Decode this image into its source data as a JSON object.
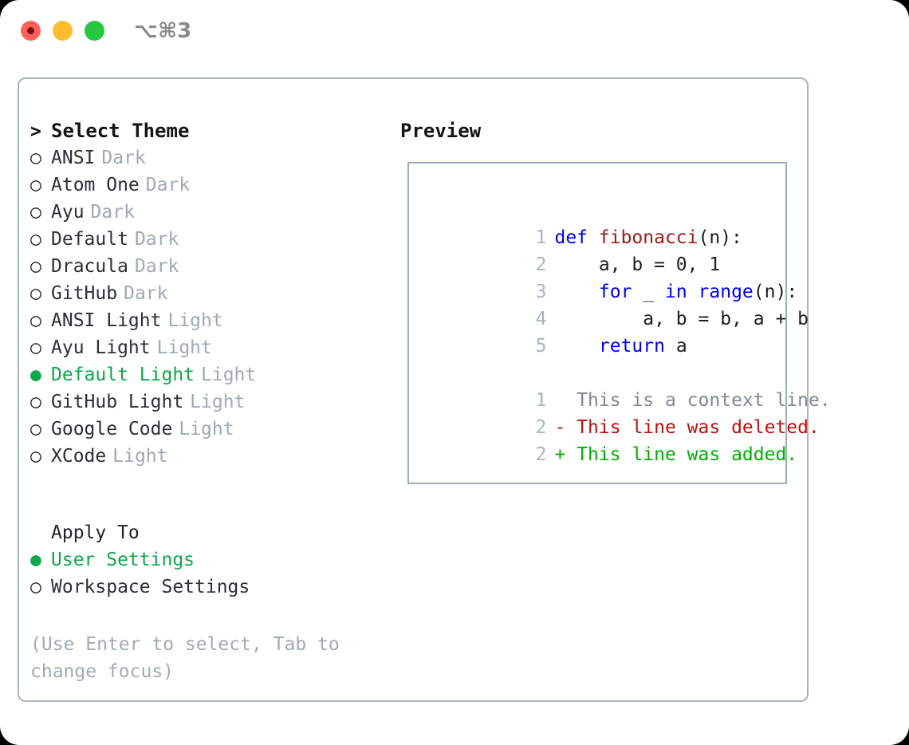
{
  "window": {
    "shortcut": "⌥⌘3",
    "traffic_lights": [
      {
        "name": "close",
        "color": "#ff6159"
      },
      {
        "name": "minimize",
        "color": "#ffbd2e"
      },
      {
        "name": "maximize",
        "color": "#27c83f"
      }
    ]
  },
  "theme_picker": {
    "header": {
      "marker": ">",
      "label": "Select Theme"
    },
    "items": [
      {
        "marker": "○",
        "name": "ANSI",
        "tag": "Dark",
        "selected": false
      },
      {
        "marker": "○",
        "name": "Atom One",
        "tag": "Dark",
        "selected": false
      },
      {
        "marker": "○",
        "name": "Ayu",
        "tag": "Dark",
        "selected": false
      },
      {
        "marker": "○",
        "name": "Default",
        "tag": "Dark",
        "selected": false
      },
      {
        "marker": "○",
        "name": "Dracula",
        "tag": "Dark",
        "selected": false
      },
      {
        "marker": "○",
        "name": "GitHub",
        "tag": "Dark",
        "selected": false
      },
      {
        "marker": "○",
        "name": "ANSI Light",
        "tag": "Light",
        "selected": false
      },
      {
        "marker": "○",
        "name": "Ayu Light",
        "tag": "Light",
        "selected": false
      },
      {
        "marker": "●",
        "name": "Default Light",
        "tag": "Light",
        "selected": true
      },
      {
        "marker": "○",
        "name": "GitHub Light",
        "tag": "Light",
        "selected": false
      },
      {
        "marker": "○",
        "name": "Google Code",
        "tag": "Light",
        "selected": false
      },
      {
        "marker": "○",
        "name": "XCode",
        "tag": "Light",
        "selected": false
      }
    ]
  },
  "apply_to": {
    "label": "Apply To",
    "options": [
      {
        "marker": "●",
        "label": "User Settings",
        "selected": true
      },
      {
        "marker": "○",
        "label": "Workspace Settings",
        "selected": false
      }
    ]
  },
  "hint": "(Use Enter to select, Tab to change focus)",
  "preview": {
    "title": "Preview",
    "code_lines": [
      {
        "ln": "1",
        "tokens": [
          {
            "t": "def ",
            "c": "kw"
          },
          {
            "t": "fibonacci",
            "c": "fn"
          },
          {
            "t": "(n):",
            "c": "plain"
          }
        ]
      },
      {
        "ln": "2",
        "tokens": [
          {
            "t": "    a, b = 0, 1",
            "c": "plain"
          }
        ]
      },
      {
        "ln": "3",
        "tokens": [
          {
            "t": "    ",
            "c": "plain"
          },
          {
            "t": "for",
            "c": "kw"
          },
          {
            "t": " _ ",
            "c": "plain"
          },
          {
            "t": "in",
            "c": "kw"
          },
          {
            "t": " ",
            "c": "plain"
          },
          {
            "t": "range",
            "c": "kw"
          },
          {
            "t": "(n):",
            "c": "plain"
          }
        ]
      },
      {
        "ln": "4",
        "tokens": [
          {
            "t": "        a, b = b, a + b",
            "c": "plain"
          }
        ]
      },
      {
        "ln": "5",
        "tokens": [
          {
            "t": "    ",
            "c": "plain"
          },
          {
            "t": "return",
            "c": "kw"
          },
          {
            "t": " a",
            "c": "plain"
          }
        ]
      }
    ],
    "diff_lines": [
      {
        "ln": "1",
        "sign": " ",
        "text": "This is a context line.",
        "kind": "ctx"
      },
      {
        "ln": "2",
        "sign": "-",
        "text": "This line was deleted.",
        "kind": "del"
      },
      {
        "ln": "2",
        "sign": "+",
        "text": "This line was added.",
        "kind": "add"
      }
    ]
  },
  "colors": {
    "accent_green": "#0ca84a",
    "muted": "#9fa9b7",
    "keyword_blue": "#0000ee",
    "function_red": "#9c1b1b",
    "diff_add": "#00b000",
    "diff_del": "#bb1111",
    "border": "#aab3c0"
  }
}
